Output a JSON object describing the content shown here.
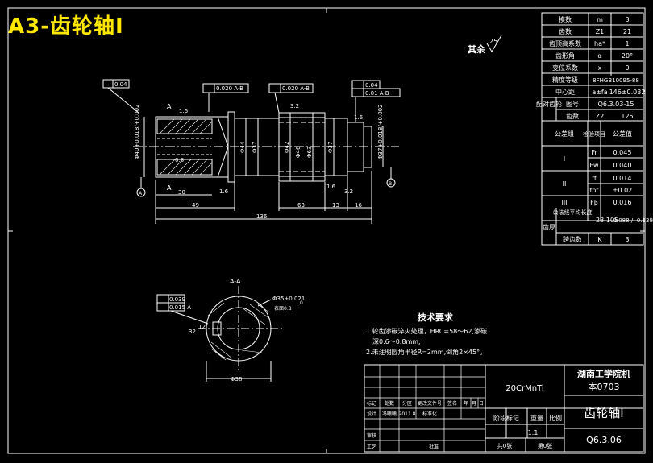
{
  "sheet_title": "A3-齿轮轴I",
  "params": {
    "rows": [
      {
        "name": "模数",
        "sym": "m",
        "val": "3"
      },
      {
        "name": "齿数",
        "sym": "Z1",
        "val": "21"
      },
      {
        "name": "齿顶高系数",
        "sym": "ha*",
        "val": "1"
      },
      {
        "name": "齿形角",
        "sym": "α",
        "val": "20°"
      },
      {
        "name": "变位系数",
        "sym": "x",
        "val": "0"
      },
      {
        "name": "精度等级",
        "sym": "",
        "val": "8FHGB10095-88"
      },
      {
        "name": "中心距",
        "sym": "a±fa",
        "val": "146±0.032"
      }
    ],
    "mate_label": "配对齿轮",
    "mate_rows": [
      {
        "name": "图号",
        "val": "Q6.3.03-15"
      },
      {
        "name": "齿数",
        "sym": "Z2",
        "val": "125"
      }
    ],
    "tol_header": {
      "group": "公差组",
      "item": "检验项目",
      "value": "公差值"
    },
    "tol_groups": [
      {
        "group": "I",
        "items": [
          {
            "item": "Fr",
            "value": "0.045"
          },
          {
            "item": "Fw",
            "value": "0.040"
          }
        ]
      },
      {
        "group": "II",
        "items": [
          {
            "item": "ff",
            "value": "0.014"
          },
          {
            "item": "fpt",
            "value": "±0.02"
          }
        ]
      },
      {
        "group": "III",
        "items": [
          {
            "item": "Fβ",
            "value": "0.016"
          }
        ]
      }
    ],
    "gear_label": "齿厚",
    "base_tangent_label": "公法线平均长度",
    "base_tangent_val": "23.105",
    "base_tangent_tol": "-0.088 / -0.139",
    "span_label": "跨齿数",
    "span_sym": "K",
    "span_val": "3"
  },
  "roughness_rest": "其余",
  "roughness_rest_val": "25",
  "dims": {
    "d_left": "Φ40+0.018/+0.002",
    "d1": "Φ44",
    "d2": "Φ37",
    "d3": "Φ42",
    "d4": "Φ46",
    "d5": "Φ63",
    "d6": "Φ37",
    "d_right": "Φ37+0.018/+0.002",
    "len_key": "30",
    "len_49": "49",
    "len_63": "63",
    "len_13": "13",
    "len_16": "16",
    "len_total": "136",
    "tol_01": "0.04",
    "tol_02": "0.020 A-B",
    "tol_03": "0.020 A-B",
    "tol_04": "0.04",
    "tol_05": "0.01 A-B",
    "r1": "1.6",
    "r2": "3.2",
    "r3": "1.6",
    "r4": "0.8",
    "r5": "1.6",
    "r6": "1.6",
    "r7": "3.2",
    "lbl_A_top": "A",
    "lbl_A_bot": "A",
    "lbl_circle_A": "A",
    "lbl_circle_B": "B"
  },
  "section": {
    "title": "A-A",
    "d_tol": "Φ35+0.021",
    "d_tol_sub": "0",
    "note_r": "表面0.8",
    "key_w": "12",
    "key_t": "32",
    "d_outer": "Φ38",
    "tol_a": "0.039",
    "tol_b": "0.015 A"
  },
  "tech": {
    "title": "技术要求",
    "lines": [
      "1.轮齿渗碳淬火处理，HRC=58～62,渗碳",
      "深0.6～0.8mm;",
      "2.未注明圆角半径R=2mm,倒角2×45°。"
    ]
  },
  "title_block": {
    "material": "20CrMnTi",
    "school": "湖南工学院机",
    "class_code": "本0703",
    "part_name": "齿轮轴I",
    "drawing_no": "Q6.3.06",
    "scale": "1:1",
    "headers": [
      "标记",
      "处数",
      "分区",
      "更改文件号",
      "签名",
      "年",
      "月",
      "日"
    ],
    "design": "设计",
    "designer": "冯曦曦",
    "date": "2011.8",
    "std": "标准化",
    "check": "审核",
    "process": "工艺",
    "approve": "批准",
    "stage": "阶段标记",
    "weight": "重量",
    "ratio": "比例",
    "total": "共0张",
    "sheet": "第0张"
  }
}
